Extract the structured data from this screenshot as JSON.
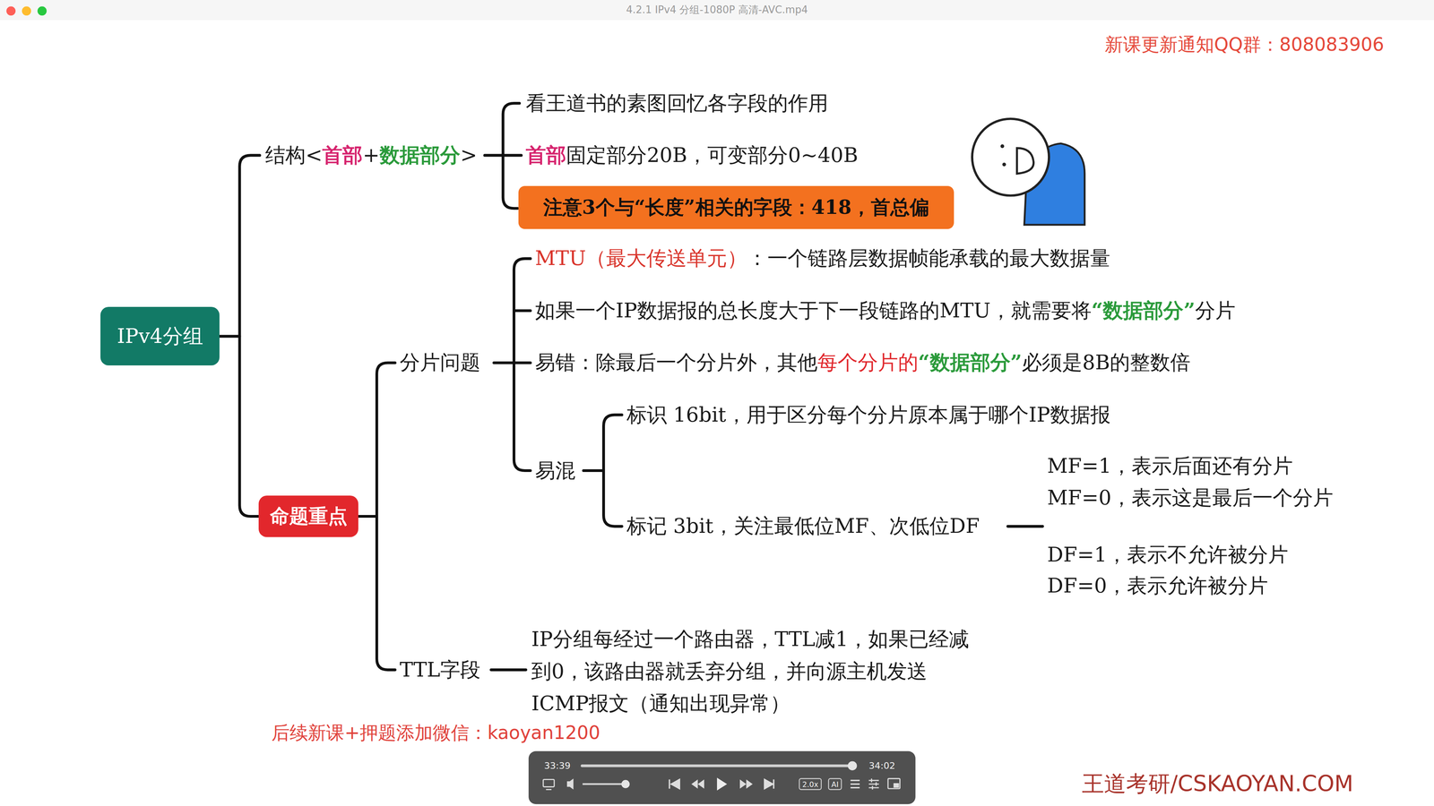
{
  "diagram": {
    "nodes": [
      {
        "text": [
          "IPv4分组"
        ]
      },
      {
        "text": [
          "注意3个与“长度”相关的字段：418，首总偏"
        ]
      },
      {
        "text": [
          "命题重点"
        ]
      }
    ],
    "edges": [
      {
        "from": 0,
        "to": 2,
        "arrow": "none"
      }
    ],
    "labels": [
      "4.2.1 IPv4 分组-1080P 高清-AVC.mp4",
      "新课更新通知QQ群：808083906",
      "看王道书的素图回忆各字段的作用",
      "结构<",
      "首部",
      "+",
      "数据部分",
      ">",
      "首部",
      "固定部分20B，可变部分0~40B",
      "MTU（最大传送单元）",
      "：一个链路层数据帧能承载的最大数据量",
      "如果一个IP数据报的总长度大于下一段链路的MTU，就需要将",
      "“数据部分”",
      "分片",
      "分片问题",
      "易错：除最后一个分片外，其他",
      "每个分片的",
      "“数据部分”",
      "必须是8B的整数倍",
      "标识 16bit，用于区分每个分片原本属于哪个IP数据报",
      "易混",
      "MF=1，表示后面还有分片",
      "MF=0，表示这是最后一个分片",
      "标记 3bit，关注最低位MF、次低位DF",
      "DF=1，表示不允许被分片",
      "DF=0，表示允许被分片",
      "TTL字段",
      "IP分组每经过一个路由器，TTL减1，如果已经减 到0，该路由器就丢弃分组，并向源主机发送 ICMP报文（通知出现异常）",
      "后续新课+押题添加微信：kaoyan1200",
      "33:39",
      "34:02",
      "2.0x",
      "AI",
      "王道考研/CSKAOYAN.COM"
    ]
  }
}
